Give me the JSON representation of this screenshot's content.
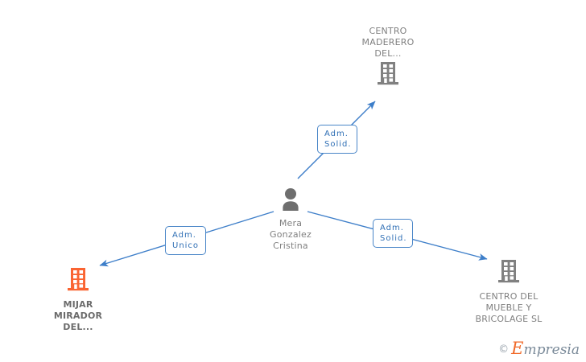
{
  "diagram": {
    "type": "org-relationship-graph",
    "colors": {
      "edge": "#3d7ec9",
      "label_border": "#4a86c8",
      "label_text": "#2f6fb5",
      "node_gray": "#808080",
      "node_highlight": "#fa6432",
      "caption_gray": "#808080"
    },
    "nodes": [
      {
        "id": "centro-maderero",
        "kind": "company",
        "icon": "building-icon",
        "color": "#808080",
        "caption": "CENTRO\nMADERERO\nDEL...",
        "caption_position": "above",
        "highlight": false
      },
      {
        "id": "mera-gonzalez-cristina",
        "kind": "person",
        "icon": "person-icon",
        "color": "#6e6e6e",
        "caption": "Mera\nGonzalez\nCristina",
        "caption_position": "below",
        "highlight": false
      },
      {
        "id": "mijar-mirador",
        "kind": "company",
        "icon": "building-icon",
        "color": "#fa6432",
        "caption": "MIJAR\nMIRADOR\nDEL...",
        "caption_position": "below",
        "highlight": true
      },
      {
        "id": "centro-del-mueble",
        "kind": "company",
        "icon": "building-icon",
        "color": "#808080",
        "caption": "CENTRO DEL\nMUEBLE Y\nBRICOLAGE SL",
        "caption_position": "below",
        "highlight": false
      }
    ],
    "edges": [
      {
        "id": "edge-to-centro-maderero",
        "from": "mera-gonzalez-cristina",
        "to": "centro-maderero",
        "label": "Adm.\nSolid.",
        "direction": "up-right"
      },
      {
        "id": "edge-to-mijar-mirador",
        "from": "mera-gonzalez-cristina",
        "to": "mijar-mirador",
        "label": "Adm.\nUnico",
        "direction": "down-left"
      },
      {
        "id": "edge-to-centro-del-mueble",
        "from": "mera-gonzalez-cristina",
        "to": "centro-del-mueble",
        "label": "Adm.\nSolid.",
        "direction": "down-right"
      }
    ]
  },
  "watermark": {
    "copyright": "©",
    "brand_initial": "E",
    "brand_rest": "mpresia"
  }
}
